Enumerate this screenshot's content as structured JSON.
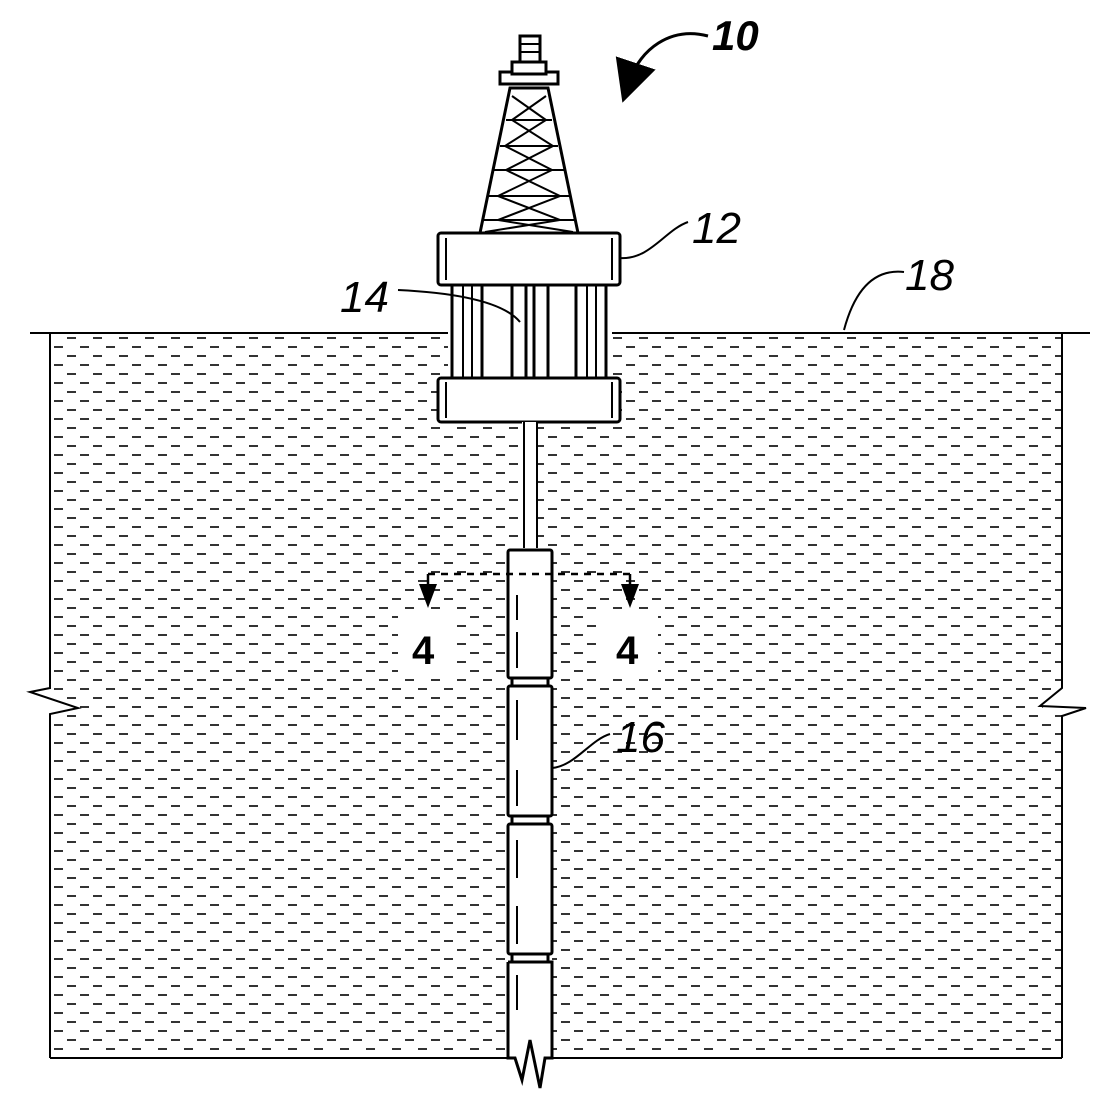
{
  "figure": {
    "labels": {
      "system": "10",
      "platform": "12",
      "riser": "14",
      "tool_string": "16",
      "sea_surface": "18"
    },
    "section_markers": {
      "left": "4",
      "right": "4"
    }
  }
}
